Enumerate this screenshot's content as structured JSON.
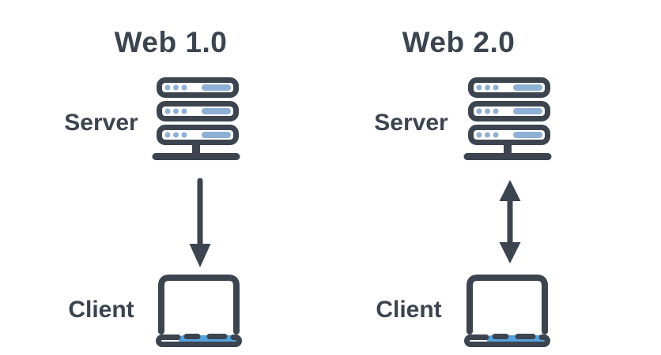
{
  "diagram": {
    "columns": [
      {
        "title": "Web 1.0",
        "server_label": "Server",
        "client_label": "Client",
        "arrow": "down",
        "arrow_icon": "down-arrow-icon"
      },
      {
        "title": "Web 2.0",
        "server_label": "Server",
        "client_label": "Client",
        "arrow": "bidirectional",
        "arrow_icon": "up-down-arrow-icon"
      }
    ]
  },
  "icons": {
    "server": "server-rack-icon",
    "client": "laptop-icon",
    "one_way": "down-arrow-icon",
    "two_way": "up-down-arrow-icon"
  },
  "colors": {
    "ink": "#3C4450",
    "steel_blue": "#8EB0D4",
    "bright_blue": "#55A3DE",
    "background": "#FFFFFF"
  }
}
